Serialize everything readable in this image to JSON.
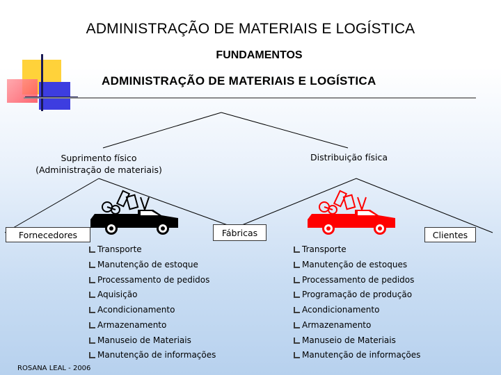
{
  "title": "ADMINISTRAÇÃO DE MATERIAIS E LOGÍSTICA",
  "subtitle": "FUNDAMENTOS",
  "heading2": "ADMINISTRAÇÃO DE MATERIAIS E LOGÍSTICA",
  "left_branch": {
    "line1": "Suprimento físico",
    "line2": "(Administração de materiais)"
  },
  "right_branch": {
    "label": "Distribuição física"
  },
  "boxes": {
    "suppliers": "Fornecedores",
    "factories": "Fábricas",
    "clients": "Clientes"
  },
  "left_list": [
    "Transporte",
    "Manutenção de estoque",
    "Processamento de pedidos",
    "Aquisição",
    "Acondicionamento",
    "Armazenamento",
    "Manuseio de Materiais",
    "Manutenção de informações"
  ],
  "right_list": [
    "Transporte",
    "Manutenção de estoques",
    "Processamento de pedidos",
    "Programação de produção",
    "Acondicionamento",
    "Armazenamento",
    "Manuseio de Materiais",
    "Manutenção de informações"
  ],
  "footer": "ROSANA LEAL - 2006",
  "colors": {
    "left_truck": "#000000",
    "right_truck": "#ff0000",
    "logo_yellow": "#ffd23a",
    "logo_blue": "#3d3de0",
    "logo_red": "#ff4d5a"
  },
  "icons": {
    "truck_left": "pickup-truck-icon",
    "truck_right": "pickup-truck-icon",
    "bullet": "bullet-arrow-icon",
    "logo": "color-blocks-logo"
  }
}
